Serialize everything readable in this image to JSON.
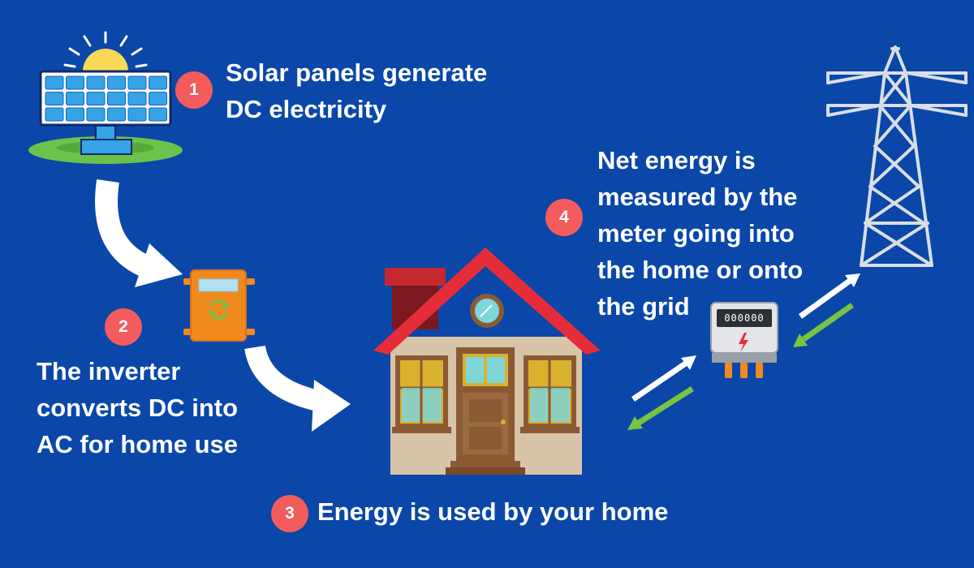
{
  "colors": {
    "background": "#0a47a8",
    "badge": "#f25c5c",
    "text": "#ffffff",
    "roof": "#e52d3a",
    "house_wall": "#d8c4a8",
    "door": "#8b5a33",
    "inverter": "#f08a1e",
    "grass": "#6cc24a",
    "sun": "#f9d858",
    "panel_cell": "#35a3e6",
    "arrow_to_grid": "#ffffff",
    "arrow_from_grid": "#7cc242",
    "tower": "#d9dee6",
    "meter_body": "#d5d7db"
  },
  "icons": {
    "solar_panel": "solar-panel-icon",
    "sun": "sun-icon",
    "inverter": "inverter-icon",
    "house": "house-icon",
    "meter": "electric-meter-icon",
    "tower": "transmission-tower-icon"
  },
  "meter_reading": "000000",
  "steps": [
    {
      "number": "1",
      "text": "Solar panels generate\nDC electricity"
    },
    {
      "number": "2",
      "text": "The inverter\nconverts DC into\nAC for home use"
    },
    {
      "number": "3",
      "text": "Energy is used by your home"
    },
    {
      "number": "4",
      "text": "Net energy is\nmeasured by the\nmeter going into\nthe home or onto\nthe grid"
    }
  ]
}
